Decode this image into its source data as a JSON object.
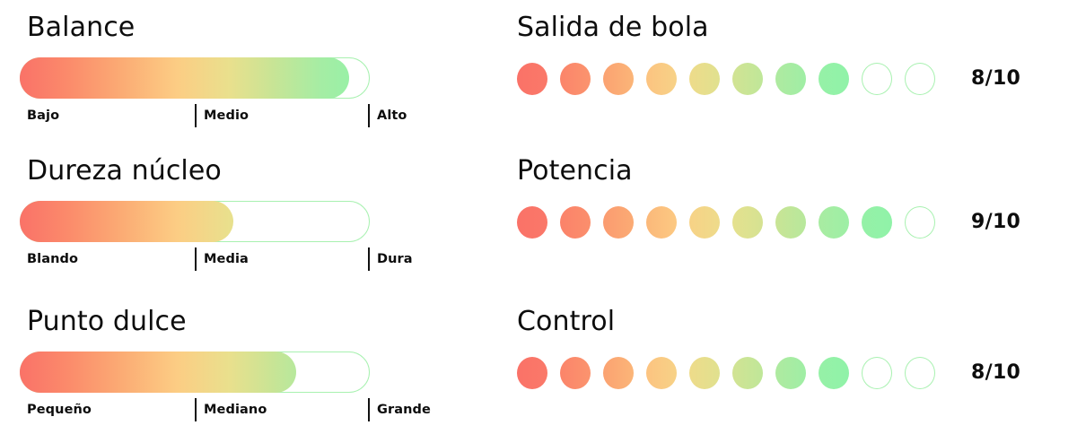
{
  "theme": {
    "gradient_start": "#fa7268",
    "gradient_mid": "#fbcf84",
    "gradient_end": "#90f2a8",
    "track_outline": "#a8f1b0",
    "text_color": "#0d0d0d",
    "background": "#ffffff"
  },
  "scales": [
    {
      "title": "Balance",
      "fill_percent": 94,
      "ticks": [
        {
          "label": "Bajo"
        },
        {
          "label": "Medio"
        },
        {
          "label": "Alto"
        }
      ]
    },
    {
      "title": "Dureza núcleo",
      "fill_percent": 61,
      "ticks": [
        {
          "label": "Blando"
        },
        {
          "label": "Media"
        },
        {
          "label": "Dura"
        }
      ]
    },
    {
      "title": "Punto dulce",
      "fill_percent": 79,
      "ticks": [
        {
          "label": "Pequeño"
        },
        {
          "label": "Mediano"
        },
        {
          "label": "Grande"
        }
      ]
    }
  ],
  "ratings": [
    {
      "title": "Salida de bola",
      "filled": 8,
      "total": 10,
      "score": "8/10"
    },
    {
      "title": "Potencia",
      "filled": 9,
      "total": 10,
      "score": "9/10"
    },
    {
      "title": "Control",
      "filled": 8,
      "total": 10,
      "score": "8/10"
    }
  ]
}
